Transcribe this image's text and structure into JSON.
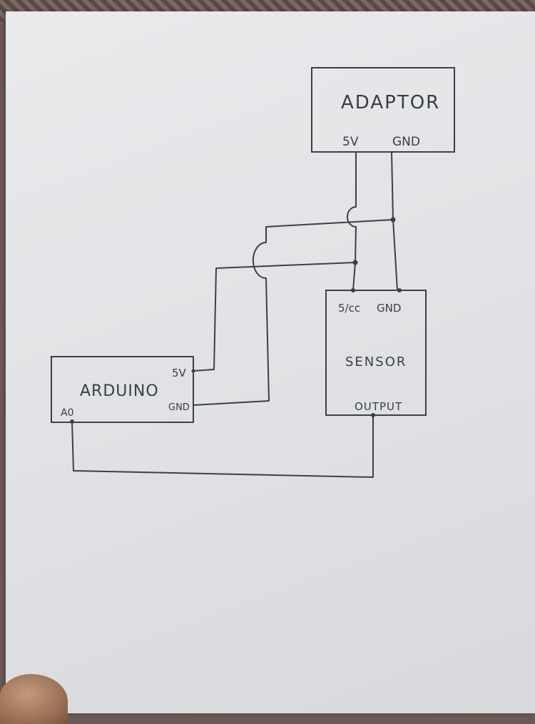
{
  "diagram": {
    "adaptor": {
      "title": "ADAPTOR",
      "pin_5v": "5V",
      "pin_gnd": "GND"
    },
    "sensor": {
      "title": "SENSOR",
      "pin_vcc": "5/cc",
      "pin_gnd": "GND",
      "pin_output": "OUTPUT"
    },
    "arduino": {
      "title": "ARDUINO",
      "pin_5v": "5V",
      "pin_gnd": "GND",
      "pin_a0": "A0"
    }
  }
}
